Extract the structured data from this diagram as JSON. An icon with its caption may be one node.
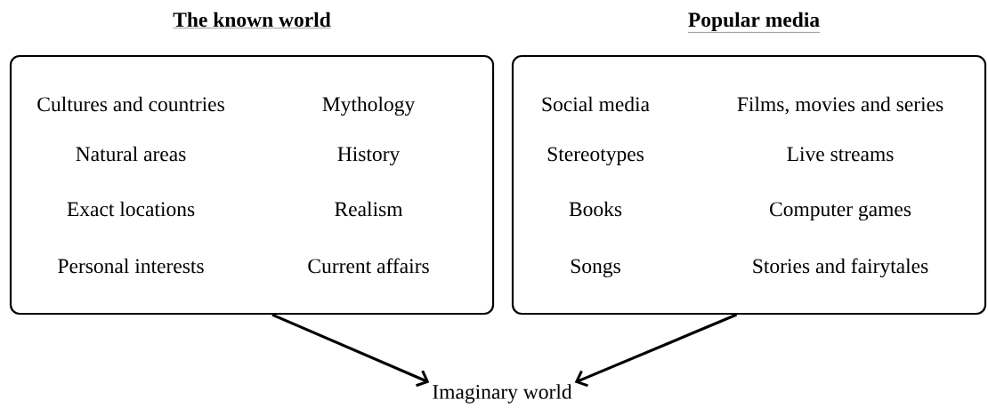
{
  "diagram": {
    "nodes": [
      {
        "text": [
          "The known world",
          "Cultures and countries",
          "Mythology",
          "Natural areas",
          "History",
          "Exact locations",
          "Realism",
          "Personal interests",
          "Current affairs"
        ]
      },
      {
        "text": [
          "Popular media",
          "Social media",
          "Films, movies and series",
          "Stereotypes",
          "Live streams",
          "Books",
          "Computer games",
          "Songs",
          "Stories and fairytales"
        ]
      },
      {
        "text": [
          "Imaginary world"
        ]
      }
    ],
    "edges": [
      {
        "from": 0,
        "to": 2,
        "arrow": "to"
      },
      {
        "from": 1,
        "to": 2,
        "arrow": "to"
      }
    ]
  }
}
